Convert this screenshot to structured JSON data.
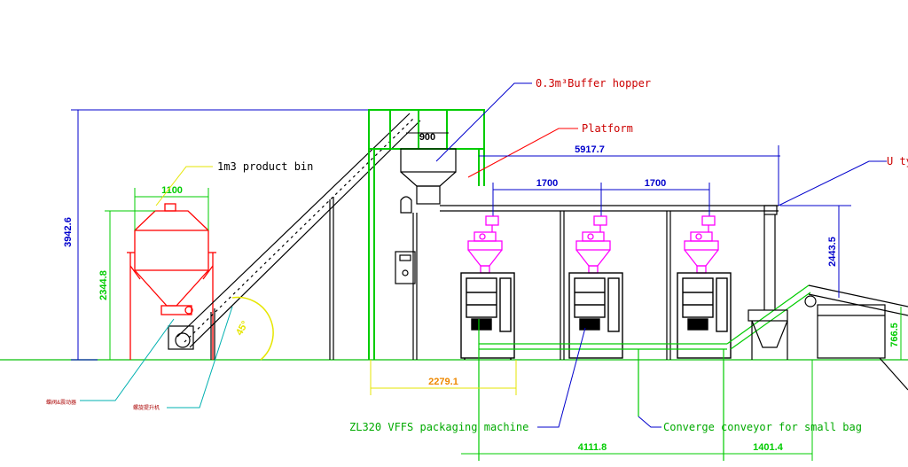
{
  "colors": {
    "ground": "#33cc33",
    "green": "#00cc00",
    "red": "#ff0000",
    "blue": "#0000cc",
    "magenta": "#ff00ff",
    "black": "#000000",
    "cyan": "#00b0b0",
    "yellow": "#e6e600",
    "orange_dim": "#ee8800"
  },
  "labels": {
    "buffer_hopper": "0.3m³Buffer hopper",
    "platform": "Platform",
    "u_type": "U ty",
    "product_bin": "1m3 product bin",
    "vffs_machine": "ZL320 VFFS packaging machine",
    "converge_conveyor": "Converge conveyor for small bag",
    "cn_label_1": "蝶阀&震动器",
    "cn_label_2": "螺旋提升机"
  },
  "dimensions": {
    "overall_height": "3942.6",
    "bin_width": "1100",
    "bin_height": "2344.8",
    "hopper_width": "900",
    "screw_angle": "45°",
    "top_length": "5917.7",
    "spacing_1": "1700",
    "spacing_2": "1700",
    "conveyor_height": "2443.5",
    "platform_width": "2279.1",
    "length_a": "4111.8",
    "length_b": "1401.4",
    "right_height": "766.5"
  }
}
